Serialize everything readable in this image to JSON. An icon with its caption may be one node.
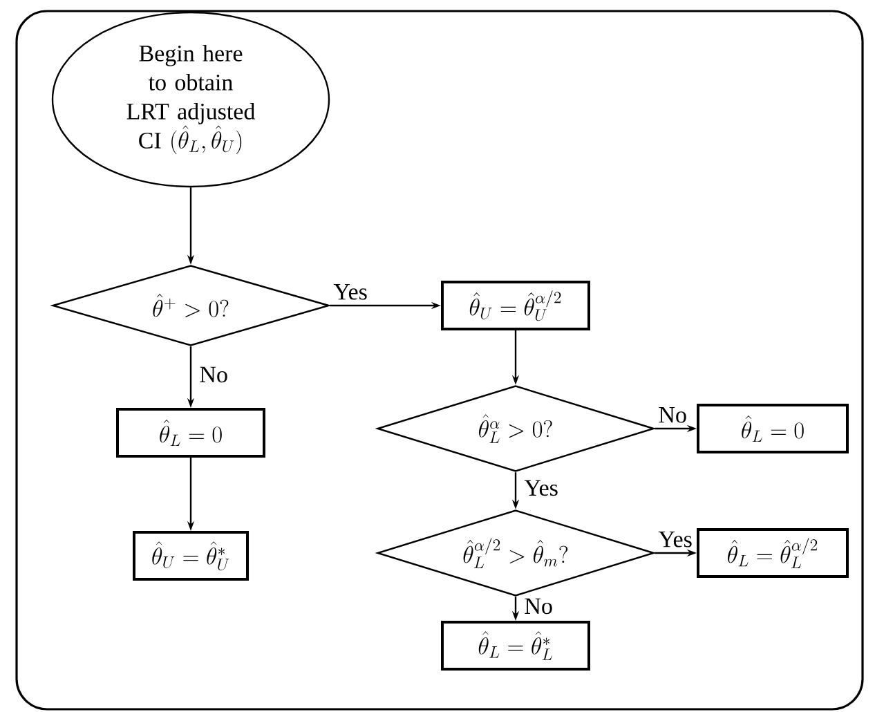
{
  "diagram": {
    "nodes": [
      {
        "text": [
          "Begin here to obtain LRT adjusted CI",
          "(\\hat{\\theta}_L, \\hat{\\theta}_U)"
        ]
      },
      {
        "text": [
          "\\hat{\\theta}^{+} > 0?"
        ]
      },
      {
        "text": [
          "\\hat{\\theta}_U = \\hat{\\theta}_U^{\\alpha/2}"
        ]
      },
      {
        "text": [
          "\\hat{\\theta}_L = 0"
        ]
      },
      {
        "text": [
          "\\hat{\\theta}_U = \\hat{\\theta}_U^{*}"
        ]
      },
      {
        "text": [
          "\\hat{\\theta}_L^{\\alpha} > 0?"
        ]
      },
      {
        "text": [
          "\\hat{\\theta}_L = 0"
        ]
      },
      {
        "text": [
          "\\hat{\\theta}_L^{\\alpha/2} > \\hat{\\theta}_m?"
        ]
      },
      {
        "text": [
          "\\hat{\\theta}_L = \\hat{\\theta}_L^{\\alpha/2}"
        ]
      },
      {
        "text": [
          "\\hat{\\theta}_L = \\hat{\\theta}_L^{*}"
        ]
      }
    ],
    "edges": [
      {
        "from": 0,
        "to": 1,
        "arrow": "to"
      },
      {
        "from": 1,
        "to": 2,
        "arrow": "to",
        "label": "Yes"
      },
      {
        "from": 1,
        "to": 3,
        "arrow": "to",
        "label": "No"
      },
      {
        "from": 3,
        "to": 4,
        "arrow": "to"
      },
      {
        "from": 2,
        "to": 5,
        "arrow": "to"
      },
      {
        "from": 5,
        "to": 6,
        "arrow": "to",
        "label": "No"
      },
      {
        "from": 5,
        "to": 7,
        "arrow": "to",
        "label": "Yes"
      },
      {
        "from": 7,
        "to": 8,
        "arrow": "to",
        "label": "Yes"
      },
      {
        "from": 7,
        "to": 9,
        "arrow": "to",
        "label": "No"
      }
    ]
  }
}
